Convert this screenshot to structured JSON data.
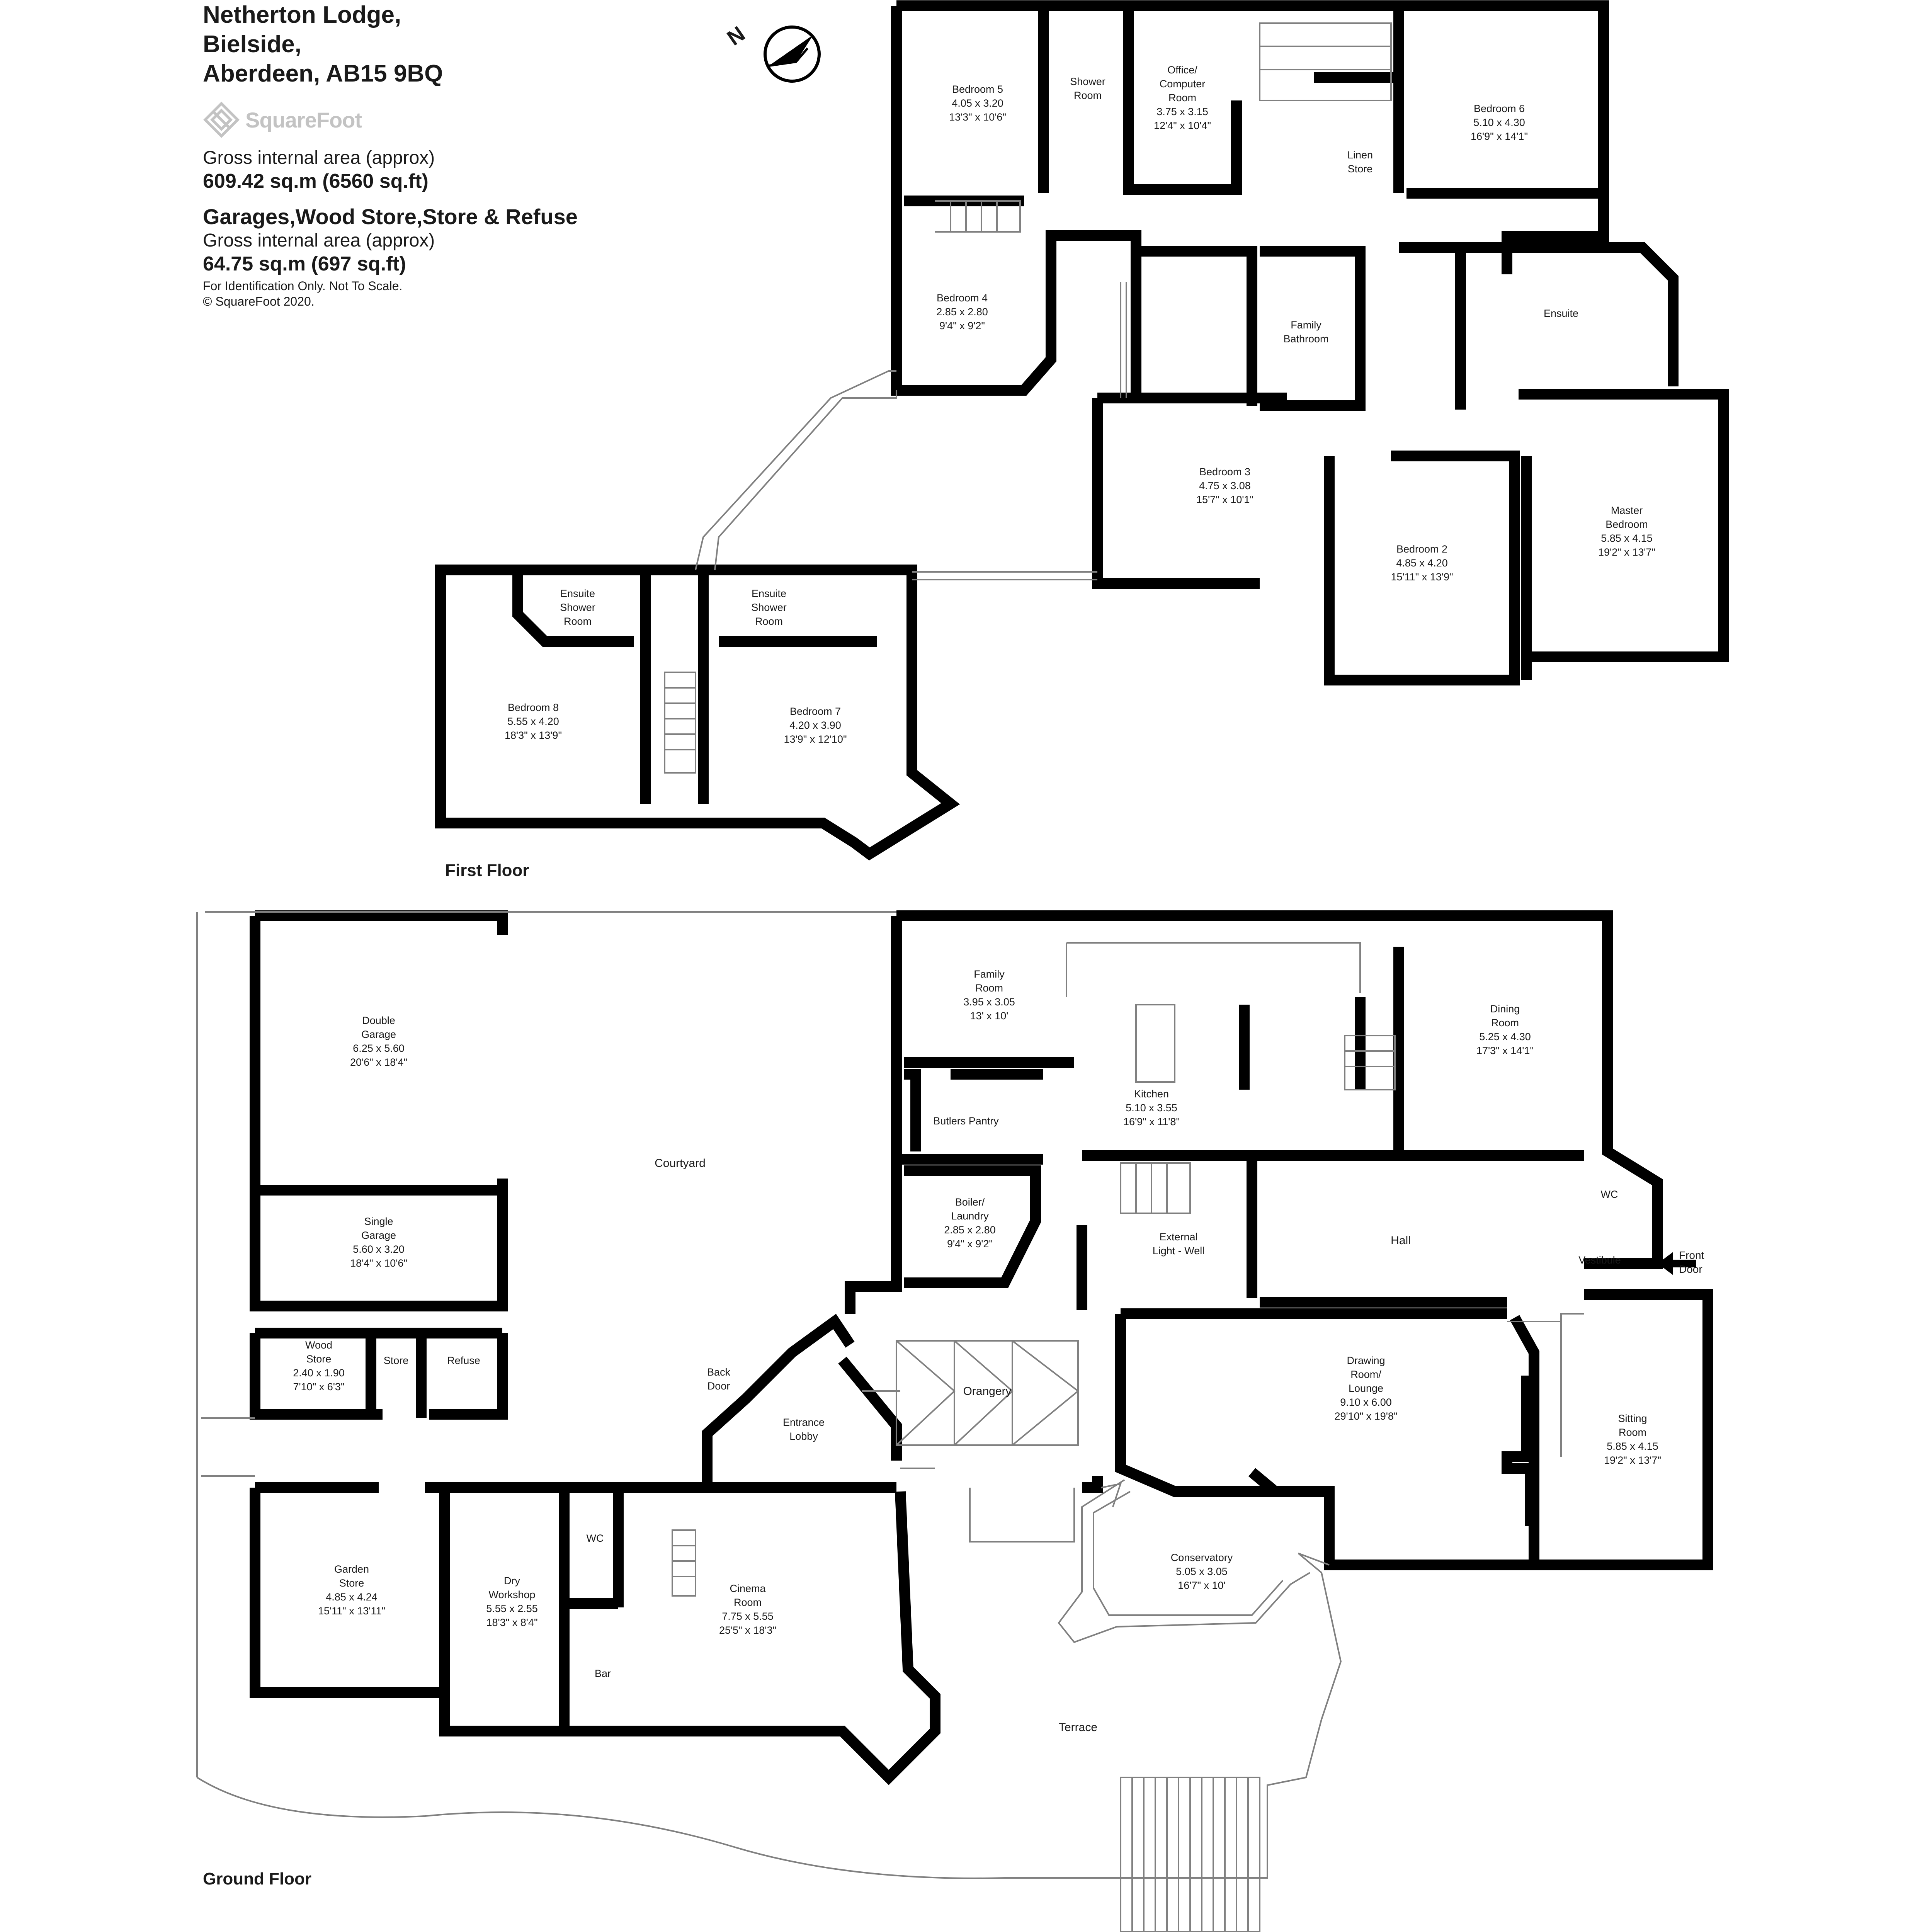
{
  "address": [
    "Netherton Lodge,",
    "Bielside,",
    "Aberdeen, AB15 9BQ"
  ],
  "brand": "SquareFoot",
  "brand_icon": "squarefoot-logo-icon",
  "area_main": {
    "label": "Gross internal area (approx)",
    "value": "609.42 sq.m (6560 sq.ft)"
  },
  "area_outbuildings": {
    "title": "Garages,Wood Store,Store & Refuse",
    "label": "Gross internal area (approx)",
    "value": "64.75 sq.m (697 sq.ft)"
  },
  "disclaimer": "For Identification Only. Not To Scale.",
  "copyright": "© SquareFoot 2020.",
  "compass": {
    "letter": "N",
    "icon": "north-arrow-compass-icon"
  },
  "floors": {
    "first": "First Floor",
    "ground": "Ground Floor"
  },
  "front_door": [
    "Front",
    "Door"
  ],
  "colors": {
    "wall": "#000000",
    "outline": "#808080",
    "text": "#1a1a1a",
    "logo": "#c3c3c3"
  },
  "rooms": {
    "bedroom5": [
      "Bedroom 5",
      "4.05 x 3.20",
      "13'3\" x 10'6\""
    ],
    "shower_room": [
      "Shower",
      "Room"
    ],
    "office": [
      "Office/",
      "Computer",
      "Room",
      "3.75 x 3.15",
      "12'4\" x 10'4\""
    ],
    "bedroom6": [
      "Bedroom 6",
      "5.10 x 4.30",
      "16'9\" x 14'1\""
    ],
    "linen_store": [
      "Linen",
      "Store"
    ],
    "bedroom4": [
      "Bedroom 4",
      "2.85 x 2.80",
      "9'4\" x 9'2\""
    ],
    "family_bathroom": [
      "Family",
      "Bathroom"
    ],
    "ensuite": [
      "Ensuite"
    ],
    "bedroom3": [
      "Bedroom 3",
      "4.75 x 3.08",
      "15'7\" x 10'1\""
    ],
    "bedroom2": [
      "Bedroom 2",
      "4.85 x 4.20",
      "15'11\" x 13'9\""
    ],
    "master_bedroom": [
      "Master",
      "Bedroom",
      "5.85 x 4.15",
      "19'2\" x 13'7\""
    ],
    "ensuite_shower_1": [
      "Ensuite",
      "Shower",
      "Room"
    ],
    "ensuite_shower_2": [
      "Ensuite",
      "Shower",
      "Room"
    ],
    "bedroom8": [
      "Bedroom 8",
      "5.55 x 4.20",
      "18'3\" x 13'9\""
    ],
    "bedroom7": [
      "Bedroom 7",
      "4.20 x 3.90",
      "13'9\" x 12'10\""
    ],
    "double_garage": [
      "Double",
      "Garage",
      "6.25 x 5.60",
      "20'6\" x 18'4\""
    ],
    "courtyard": [
      "Courtyard"
    ],
    "single_garage": [
      "Single",
      "Garage",
      "5.60 x 3.20",
      "18'4\" x 10'6\""
    ],
    "wood_store": [
      "Wood",
      "Store",
      "2.40 x 1.90",
      "7'10\" x 6'3\""
    ],
    "store": [
      "Store"
    ],
    "refuse": [
      "Refuse"
    ],
    "family_room": [
      "Family",
      "Room",
      "3.95 x 3.05",
      "13' x 10'"
    ],
    "kitchen": [
      "Kitchen",
      "5.10 x 3.55",
      "16'9\" x 11'8\""
    ],
    "dining_room": [
      "Dining",
      "Room",
      "5.25 x 4.30",
      "17'3\" x 14'1\""
    ],
    "butlers_pantry": [
      "Butlers Pantry"
    ],
    "boiler_laundry": [
      "Boiler/",
      "Laundry",
      "2.85 x 2.80",
      "9'4\" x 9'2\""
    ],
    "external_light_well": [
      "External",
      "Light - Well"
    ],
    "hall": [
      "Hall"
    ],
    "wc_front": [
      "WC"
    ],
    "vestibule": [
      "Vestibule"
    ],
    "back_door": [
      "Back",
      "Door"
    ],
    "entrance_lobby": [
      "Entrance",
      "Lobby"
    ],
    "orangery": [
      "Orangery"
    ],
    "drawing_room": [
      "Drawing",
      "Room/",
      "Lounge",
      "9.10 x 6.00",
      "29'10\" x 19'8\""
    ],
    "sitting_room": [
      "Sitting",
      "Room",
      "5.85 x 4.15",
      "19'2\" x 13'7\""
    ],
    "garden_store": [
      "Garden",
      "Store",
      "4.85 x 4.24",
      "15'11\" x 13'11\""
    ],
    "dry_workshop": [
      "Dry",
      "Workshop",
      "5.55 x 2.55",
      "18'3\" x 8'4\""
    ],
    "wc_cinema": [
      "WC"
    ],
    "bar": [
      "Bar"
    ],
    "cinema_room": [
      "Cinema",
      "Room",
      "7.75 x 5.55",
      "25'5\" x 18'3\""
    ],
    "conservatory": [
      "Conservatory",
      "5.05 x 3.05",
      "16'7\" x 10'"
    ],
    "terrace": [
      "Terrace"
    ]
  }
}
